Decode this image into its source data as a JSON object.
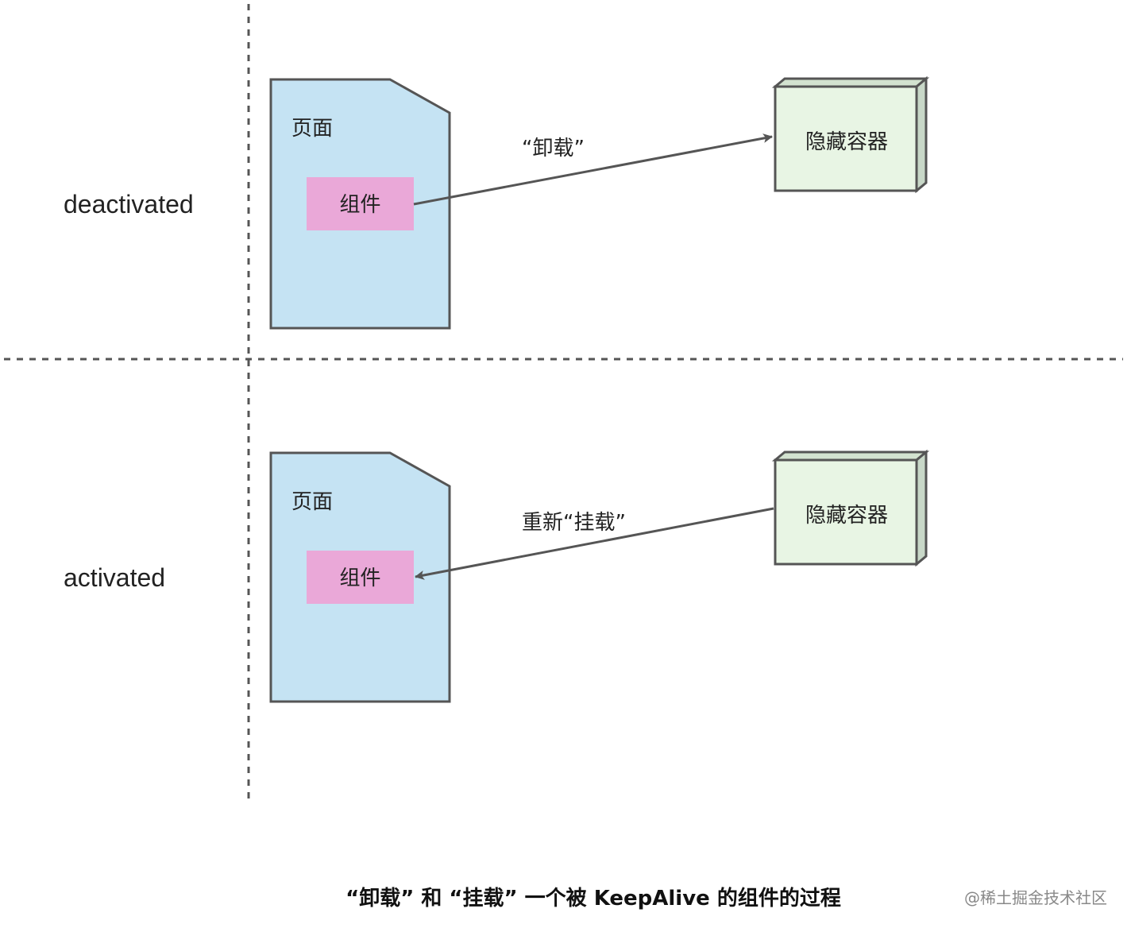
{
  "phases": {
    "top": {
      "label": "deactivated",
      "page_label": "页面",
      "component_label": "组件",
      "arrow_label": "“卸载”",
      "container_label": "隐藏容器"
    },
    "bottom": {
      "label": "activated",
      "page_label": "页面",
      "component_label": "组件",
      "arrow_label": "重新“挂载”",
      "container_label": "隐藏容器"
    }
  },
  "caption": "“卸载” 和 “挂载” 一个被 KeepAlive 的组件的过程",
  "watermark": "@稀土掘金技术社区",
  "colors": {
    "page_fill": "#c5e3f3",
    "component_fill": "#eaa8d8",
    "container_fill": "#e8f5e4",
    "container_side": "#c8d8c8",
    "stroke": "#555555",
    "divider": "#555555"
  }
}
